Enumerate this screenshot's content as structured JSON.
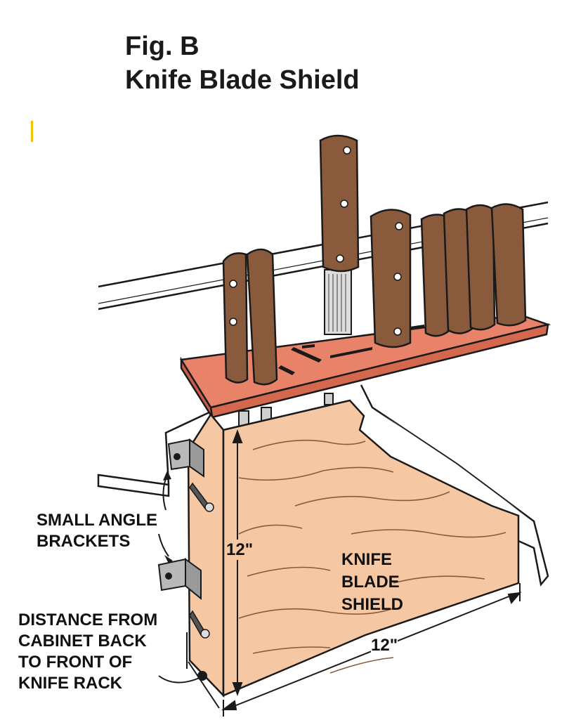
{
  "figure": {
    "label": "Fig. B",
    "title": "Knife Blade Shield"
  },
  "labels": {
    "small_angle_brackets_1": "SMALL ANGLE",
    "small_angle_brackets_2": "BRACKETS",
    "distance_1": "DISTANCE FROM",
    "distance_2": "CABINET BACK",
    "distance_3": "TO FRONT OF",
    "distance_4": "KNIFE RACK",
    "shield_1": "KNIFE",
    "shield_2": "BLADE",
    "shield_3": "SHIELD",
    "height_dim": "12\"",
    "width_dim": "12\""
  },
  "colors": {
    "wood_light": "#f6c7a3",
    "wood_rack": "#e8836a",
    "handle": "#8a5a3c",
    "outline": "#1a1a1a",
    "accent_mark": "#f2c200"
  }
}
